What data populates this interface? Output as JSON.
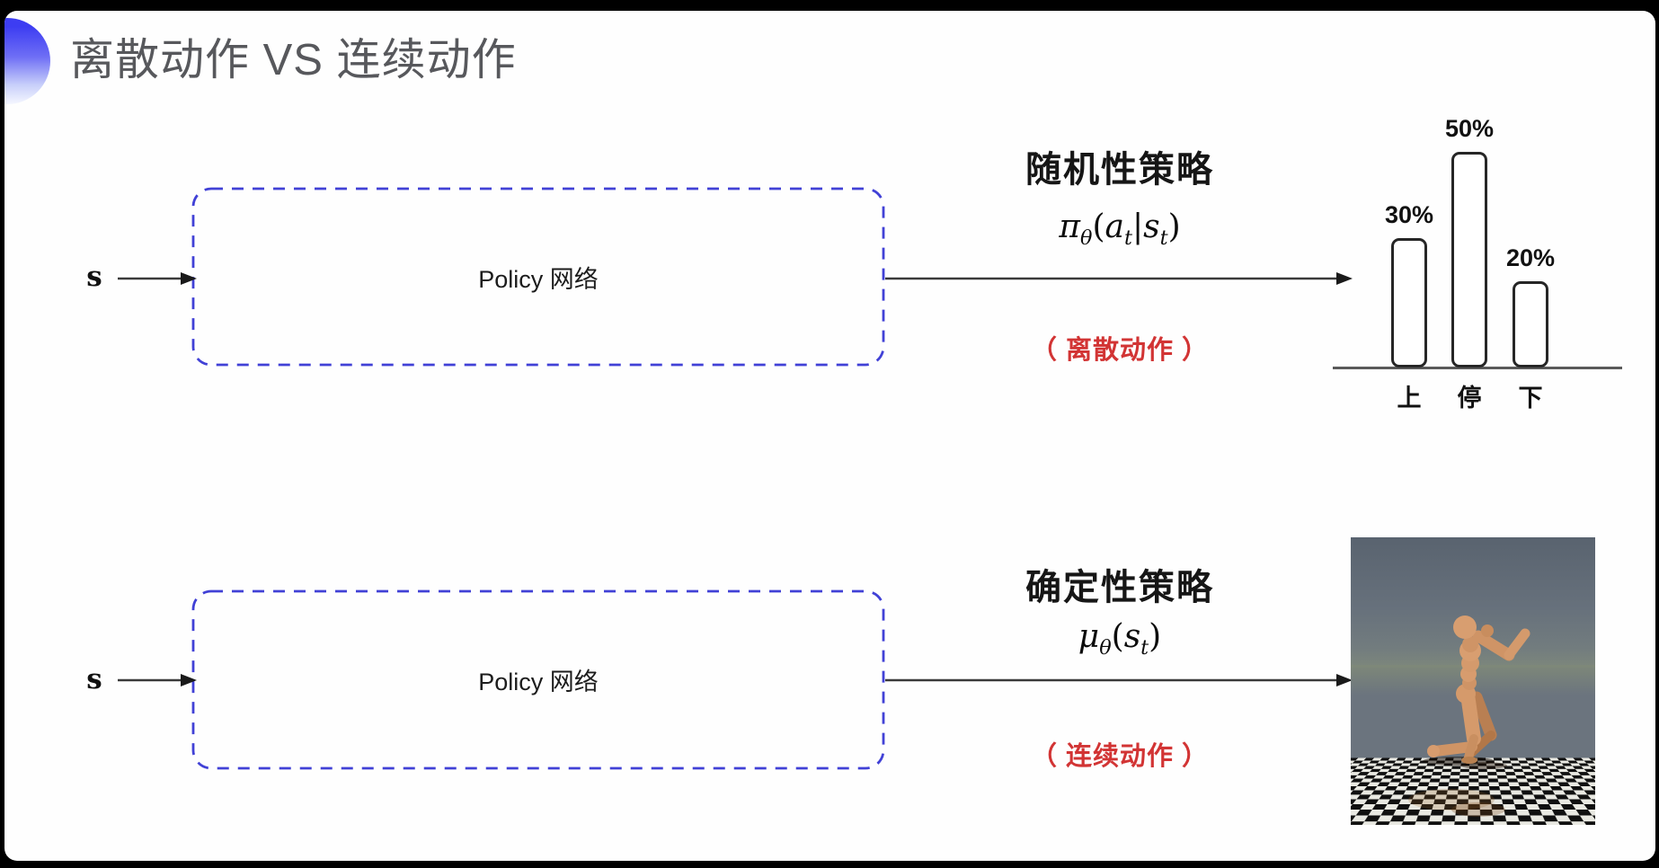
{
  "slide": {
    "title": "离散动作 VS 连续动作"
  },
  "colors": {
    "accent_blue": "#4141d6",
    "note_red": "#d23434",
    "title_gray": "#57585c"
  },
  "top_row": {
    "input_label": "s",
    "box_label": "Policy 网络",
    "policy_type": "随机性策略",
    "policy_formula": [
      {
        "t": "π",
        "it": true
      },
      {
        "t": "θ",
        "sub": true
      },
      {
        "t": "("
      },
      {
        "t": "a",
        "it": true
      },
      {
        "t": "t",
        "sub": true
      },
      {
        "t": "|"
      },
      {
        "t": "s",
        "it": true
      },
      {
        "t": "t",
        "sub": true
      },
      {
        "t": ")"
      }
    ],
    "action_note": "（ 离散动作 ）"
  },
  "bottom_row": {
    "input_label": "s",
    "box_label": "Policy 网络",
    "policy_type": "确定性策略",
    "policy_formula": [
      {
        "t": "μ",
        "it": true
      },
      {
        "t": "θ",
        "sub": true
      },
      {
        "t": "("
      },
      {
        "t": "s",
        "it": true
      },
      {
        "t": "t",
        "sub": true
      },
      {
        "t": ")"
      }
    ],
    "action_note": "（ 连续动作 ）"
  },
  "chart_data": {
    "type": "bar",
    "categories": [
      "上",
      "停",
      "下"
    ],
    "values": [
      30,
      50,
      20
    ],
    "value_labels": [
      "30%",
      "50%",
      "20%"
    ],
    "title": "",
    "xlabel": "",
    "ylabel": "",
    "ylim": [
      0,
      55
    ],
    "grid": false,
    "legend": false,
    "style": "outlined rounded white bars on baseline, percentage labels above bars"
  }
}
